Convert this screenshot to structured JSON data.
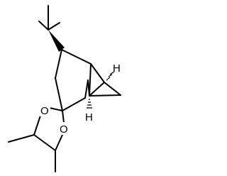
{
  "structure": {
    "atoms": {
      "oxygen_top": "O",
      "oxygen_bottom": "O",
      "hydrogen_upper": "H",
      "hydrogen_lower": "H"
    },
    "colors": {
      "bond": "#000000",
      "background": "#ffffff"
    }
  }
}
